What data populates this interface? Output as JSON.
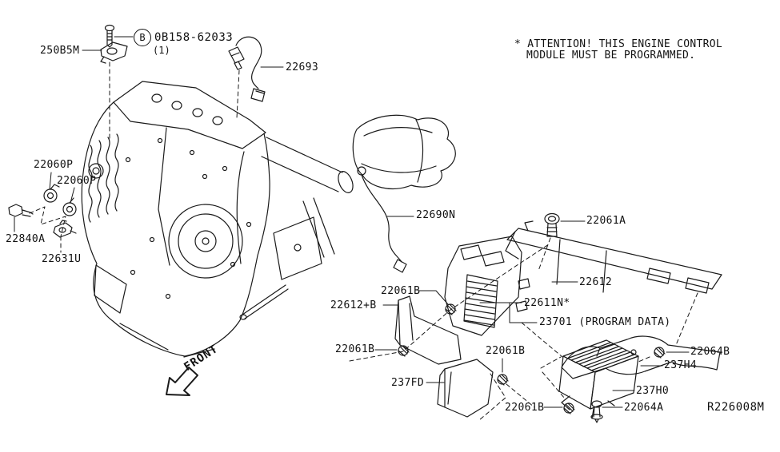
{
  "colors": {
    "ink": "#1a1a1a",
    "background": "#ffffff"
  },
  "note": {
    "line1": "* ATTENTION! THIS ENGINE CONTROL",
    "line2": "MODULE MUST BE PROGRAMMED."
  },
  "callout": {
    "circle_letter": "B",
    "part_number": "0B158-62033",
    "qty": "(1)"
  },
  "diagram_code": "R226008M",
  "front_label": "FRONT",
  "labels": [
    {
      "part": "250B5M"
    },
    {
      "part": "22693"
    },
    {
      "part": "22060P"
    },
    {
      "part": "22060P"
    },
    {
      "part": "22840A"
    },
    {
      "part": "22631U"
    },
    {
      "part": "22690N"
    },
    {
      "part": "22061A"
    },
    {
      "part": "22612"
    },
    {
      "part": "22611N*"
    },
    {
      "part": "23701 (PROGRAM DATA)"
    },
    {
      "part": "22061B"
    },
    {
      "part": "22612+B"
    },
    {
      "part": "22061B"
    },
    {
      "part": "22061B"
    },
    {
      "part": "237FD"
    },
    {
      "part": "22061B"
    },
    {
      "part": "22064A"
    },
    {
      "part": "237H0"
    },
    {
      "part": "237H4"
    },
    {
      "part": "22064B"
    }
  ]
}
